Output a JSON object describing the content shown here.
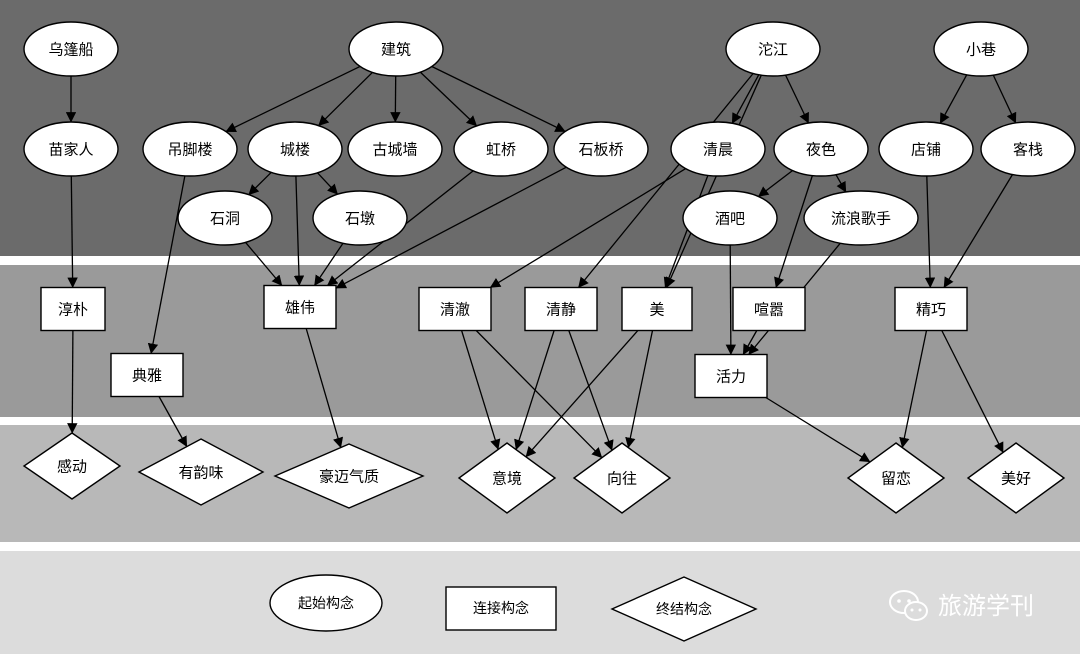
{
  "nodes": [
    {
      "id": "wupengchuan",
      "label": "乌篷船"
    },
    {
      "id": "jianzhu",
      "label": "建筑"
    },
    {
      "id": "tuojiang",
      "label": "沱江"
    },
    {
      "id": "xiaoxiang",
      "label": "小巷"
    },
    {
      "id": "miaojiaren",
      "label": "苗家人"
    },
    {
      "id": "diaojiaolou",
      "label": "吊脚楼"
    },
    {
      "id": "chenglou",
      "label": "城楼"
    },
    {
      "id": "guchengqiang",
      "label": "古城墙"
    },
    {
      "id": "hongqiao",
      "label": "虹桥"
    },
    {
      "id": "shibanqiao",
      "label": "石板桥"
    },
    {
      "id": "qingchen",
      "label": "清晨"
    },
    {
      "id": "yese",
      "label": "夜色"
    },
    {
      "id": "dianpu",
      "label": "店铺"
    },
    {
      "id": "kezhan",
      "label": "客栈"
    },
    {
      "id": "shidong",
      "label": "石洞"
    },
    {
      "id": "shidun",
      "label": "石墩"
    },
    {
      "id": "jiuba",
      "label": "酒吧"
    },
    {
      "id": "liulanggeshou",
      "label": "流浪歌手"
    },
    {
      "id": "chunpu",
      "label": "淳朴"
    },
    {
      "id": "xiongwei",
      "label": "雄伟"
    },
    {
      "id": "qingche",
      "label": "清澈"
    },
    {
      "id": "qingjing",
      "label": "清静"
    },
    {
      "id": "mei",
      "label": "美"
    },
    {
      "id": "xuanxiao",
      "label": "喧嚣"
    },
    {
      "id": "jingqiao",
      "label": "精巧"
    },
    {
      "id": "dianya",
      "label": "典雅"
    },
    {
      "id": "huoli",
      "label": "活力"
    },
    {
      "id": "gandong",
      "label": "感动"
    },
    {
      "id": "youyunwei",
      "label": "有韵味"
    },
    {
      "id": "haomaiqizhi",
      "label": "豪迈气质"
    },
    {
      "id": "yijing",
      "label": "意境"
    },
    {
      "id": "xiangwang",
      "label": "向往"
    },
    {
      "id": "liulian",
      "label": "留恋"
    },
    {
      "id": "meihao",
      "label": "美好"
    }
  ],
  "edges": [
    [
      "wupengchuan",
      "miaojiaren"
    ],
    [
      "miaojiaren",
      "chunpu"
    ],
    [
      "chunpu",
      "gandong"
    ],
    [
      "jianzhu",
      "diaojiaolou"
    ],
    [
      "jianzhu",
      "chenglou"
    ],
    [
      "jianzhu",
      "guchengqiang"
    ],
    [
      "jianzhu",
      "hongqiao"
    ],
    [
      "jianzhu",
      "shibanqiao"
    ],
    [
      "diaojiaolou",
      "dianya"
    ],
    [
      "dianya",
      "youyunwei"
    ],
    [
      "chenglou",
      "shidong"
    ],
    [
      "chenglou",
      "shidun"
    ],
    [
      "chenglou",
      "xiongwei"
    ],
    [
      "shidong",
      "xiongwei"
    ],
    [
      "shidun",
      "xiongwei"
    ],
    [
      "hongqiao",
      "xiongwei"
    ],
    [
      "shibanqiao",
      "xiongwei"
    ],
    [
      "xiongwei",
      "haomaiqizhi"
    ],
    [
      "tuojiang",
      "qingchen"
    ],
    [
      "tuojiang",
      "yese"
    ],
    [
      "tuojiang",
      "mei"
    ],
    [
      "tuojiang",
      "qingjing"
    ],
    [
      "qingchen",
      "qingche"
    ],
    [
      "qingchen",
      "mei"
    ],
    [
      "yese",
      "jiuba"
    ],
    [
      "yese",
      "liulanggeshou"
    ],
    [
      "yese",
      "xuanxiao"
    ],
    [
      "jiuba",
      "huoli"
    ],
    [
      "liulanggeshou",
      "huoli"
    ],
    [
      "xuanxiao",
      "huoli"
    ],
    [
      "huoli",
      "liulian"
    ],
    [
      "qingche",
      "yijing"
    ],
    [
      "qingche",
      "xiangwang"
    ],
    [
      "qingjing",
      "yijing"
    ],
    [
      "qingjing",
      "xiangwang"
    ],
    [
      "mei",
      "yijing"
    ],
    [
      "mei",
      "xiangwang"
    ],
    [
      "xiaoxiang",
      "dianpu"
    ],
    [
      "xiaoxiang",
      "kezhan"
    ],
    [
      "dianpu",
      "jingqiao"
    ],
    [
      "kezhan",
      "jingqiao"
    ],
    [
      "jingqiao",
      "liulian"
    ],
    [
      "jingqiao",
      "meihao"
    ]
  ],
  "legend": {
    "start": "起始构念",
    "link": "连接构念",
    "end": "终结构念"
  },
  "watermark": "旅游学刊",
  "colors": {
    "band_top": "#6b6b6b",
    "band_middle": "#9a9a9a",
    "band_lower": "#b8b8b8",
    "band_legend": "#dcdcdc",
    "node_fill": "#ffffff",
    "stroke": "#000000"
  },
  "icons": {
    "watermark_icon": "wechat-icon"
  }
}
